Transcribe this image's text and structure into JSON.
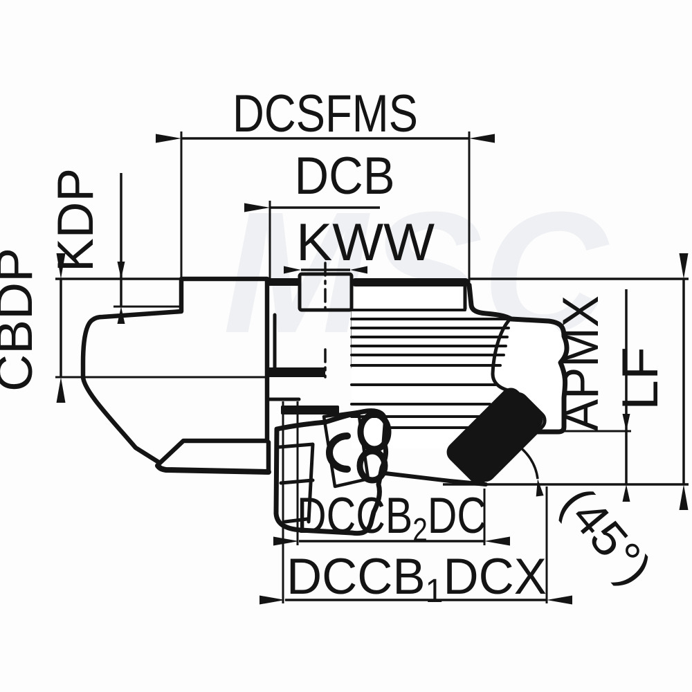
{
  "diagram": {
    "type": "technical-drawing",
    "subject": "45-degree face milling cutter cross-section with indexable inserts",
    "watermark": "MSC",
    "labels": {
      "dcsfms": "DCSFMS",
      "dcb": "DCB",
      "kww": "KWW",
      "kdp": "KDP",
      "cbdp": "CBDP",
      "apmx": "APMX",
      "lf": "LF",
      "dccb2": {
        "pre": "DCCB",
        "sub": "2",
        "post": "DC"
      },
      "dccb1": {
        "pre": "DCCB",
        "sub": "1",
        "post": "DCX"
      },
      "angle": "(45°)"
    },
    "colors": {
      "line": "#141414",
      "insert_fill": "#d4d4d7",
      "background": "#fdfdfd",
      "watermark": "#93a0b4"
    }
  }
}
